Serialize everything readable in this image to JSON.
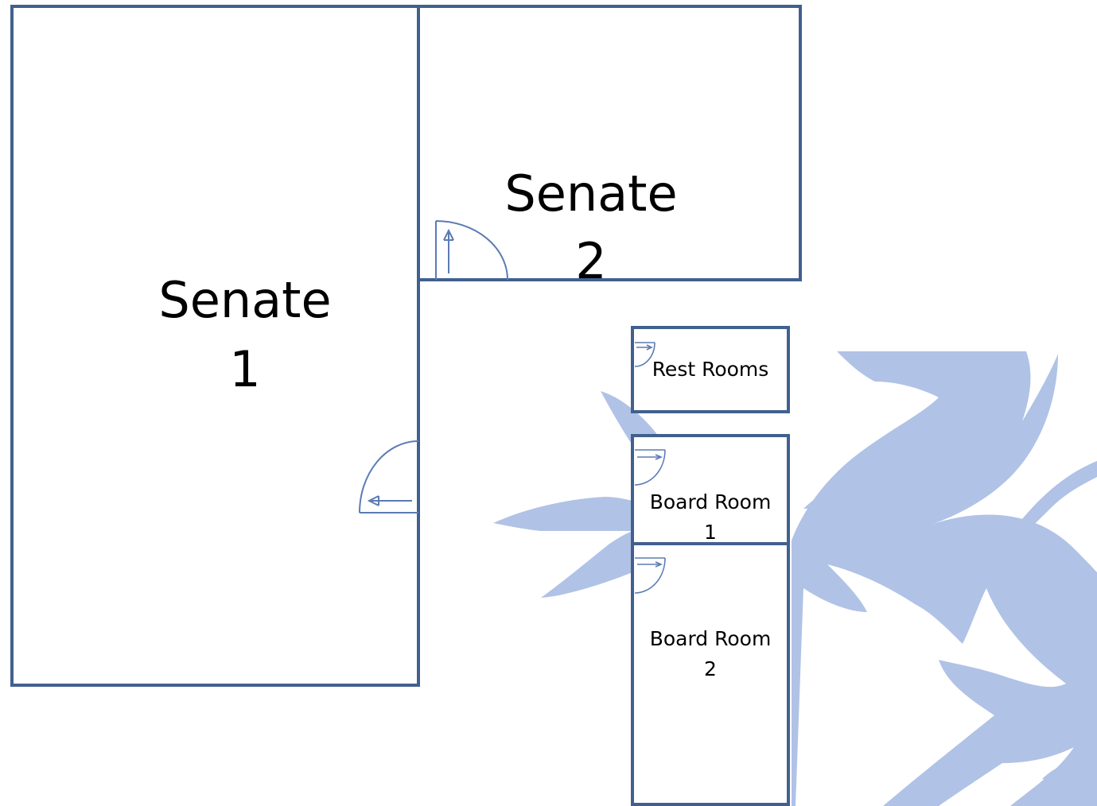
{
  "colors": {
    "wall": "#41608E",
    "door": "#5B7BB4",
    "leaf_decoration": "#B0C2E6",
    "background": "#FFFFFF",
    "text": "#000000"
  },
  "rooms": {
    "senate1": {
      "line1": "Senate",
      "line2": "1"
    },
    "senate2": {
      "line1": "Senate",
      "line2": "2"
    },
    "restrooms": {
      "line1": "Rest Rooms"
    },
    "board1": {
      "line1": "Board Room",
      "line2": "1"
    },
    "board2": {
      "line1": "Board Room",
      "line2": "2"
    }
  },
  "icons": {
    "door": "door-swing-icon",
    "decoration": "leaf-pattern"
  }
}
